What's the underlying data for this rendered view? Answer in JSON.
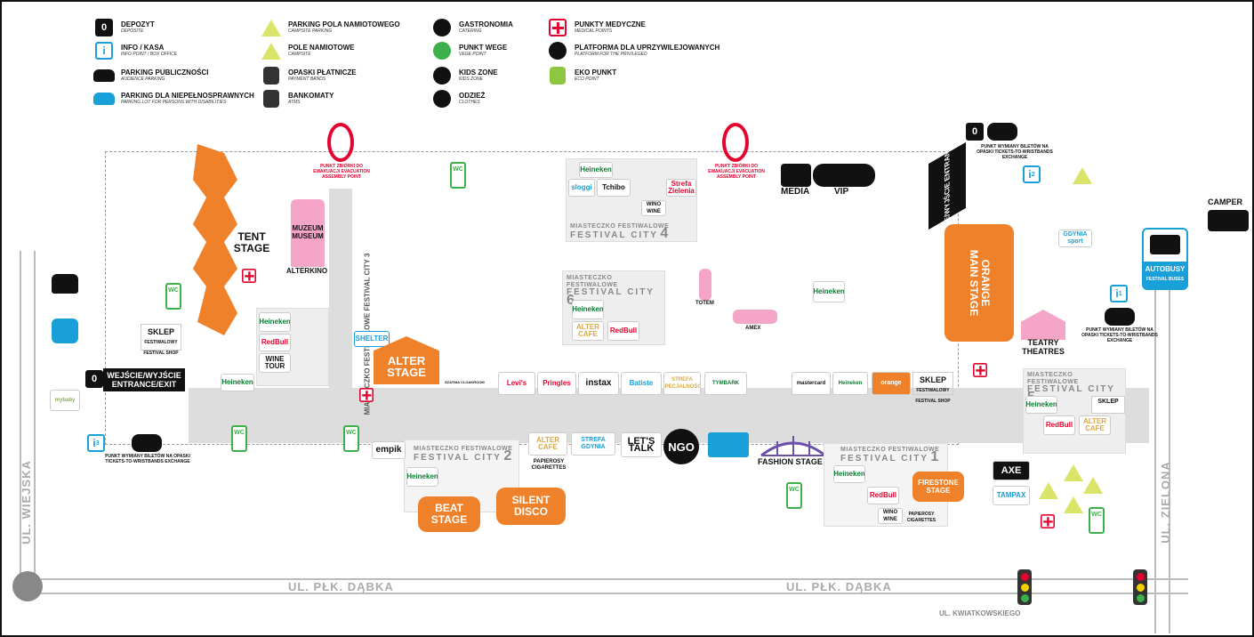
{
  "legend": [
    {
      "icon": "deposit-icon",
      "label": "DEPOZYT",
      "sub": "DEPOSITE"
    },
    {
      "icon": "info-icon",
      "label": "INFO / KASA",
      "sub": "INFO POINT / BOX OFFICE"
    },
    {
      "icon": "car-icon",
      "label": "PARKING PUBLICZNOŚCI",
      "sub": "AUDIENCE PARKING"
    },
    {
      "icon": "disabled-car-icon",
      "label": "PARKING DLA NIEPEŁNOSPRAWNYCH",
      "sub": "PARKING LOT FOR PERSONS WITH DISABILITIES"
    },
    {
      "icon": "campsite-parking-icon",
      "label": "PARKING POLA NAMIOTOWEGO",
      "sub": "CAMPSITE PARKING"
    },
    {
      "icon": "campsite-icon",
      "label": "POLE NAMIOTOWE",
      "sub": "CAMPSITE"
    },
    {
      "icon": "payment-band-icon",
      "label": "OPASKI PŁATNICZE",
      "sub": "PAYMENT BANDS"
    },
    {
      "icon": "atm-icon",
      "label": "BANKOMATY",
      "sub": "ATMS"
    },
    {
      "icon": "catering-icon",
      "label": "GASTRONOMIA",
      "sub": "CATERING"
    },
    {
      "icon": "vege-icon",
      "label": "PUNKT WEGE",
      "sub": "VEGE POINT"
    },
    {
      "icon": "kids-icon",
      "label": "KIDS ZONE",
      "sub": "KIDS ZONE"
    },
    {
      "icon": "clothes-icon",
      "label": "ODZIEŻ",
      "sub": "CLOTHES"
    },
    {
      "icon": "medical-icon",
      "label": "PUNKTY MEDYCZNE",
      "sub": "MEDICAL POINTS"
    },
    {
      "icon": "platform-icon",
      "label": "PLATFORMA DLA UPRZYWILEJOWANYCH",
      "sub": "PLATFORM FOR THE PRIVILEGED"
    },
    {
      "icon": "eco-icon",
      "label": "EKO PUNKT",
      "sub": "ECO POINT"
    }
  ],
  "legend_marks": {
    "deposit": "0",
    "info": "i"
  },
  "stages": {
    "tent": "TENT STAGE",
    "alter": "ALTER STAGE",
    "beat": "BEAT STAGE",
    "silent": "SILENT DISCO",
    "main": "ORANGE MAIN STAGE",
    "firestone": "FIRESTONE STAGE"
  },
  "places": {
    "museum": "MUZEUM MUSEUM",
    "alterkino": "ALTERKINO",
    "shelter": "SHELTER",
    "sklep": "SKLEP",
    "sklep_sub": "FESTIWALOWY FESTIVAL SHOP",
    "media": "MEDIA",
    "vip": "VIP",
    "totem": "TOTEM",
    "amex": "AMEX",
    "teatry": "TEATRY THEATRES",
    "fashion": "FASHION STAGE",
    "camper": "CAMPER",
    "autobusy": "AUTOBUSY",
    "autobusy_sub": "FESTIVAL BUSES",
    "cloakroom": "SZATNIA CLOAKROOM",
    "evac": "PUNKT ZBIÓRKI DO EWAKUACJI EVACUATION ASSEMBLY POINT",
    "exchange": "PUNKT WYMIANY BILETÓW NA OPASKI TICKETS-TO-WRISTBANDS EXCHANGE",
    "papierosy": "PAPIEROSY CIGARETTES",
    "wc": "WC",
    "info1": "1",
    "info2": "2",
    "info3": "3",
    "wc_count": "WC"
  },
  "gates": {
    "west": "WEJŚCIE/WYJŚCIE ENTRANCE/EXIT",
    "east": "WEJŚCIE/WYJŚCIE ENTRANCE/EXIT"
  },
  "festival_cities": [
    {
      "id": "1",
      "label": "MIASTECZKO FESTIWALOWE",
      "name": "FESTIVAL CITY"
    },
    {
      "id": "2",
      "label": "MIASTECZKO FESTIWALOWE",
      "name": "FESTIVAL CITY"
    },
    {
      "id": "3",
      "label": "MIASTECZKO FESTIWALOWE",
      "name": "FESTIVAL CITY"
    },
    {
      "id": "4",
      "label": "MIASTECZKO FESTIWALOWE",
      "name": "FESTIVAL CITY"
    },
    {
      "id": "5",
      "label": "MIASTECZKO FESTIWALOWE",
      "name": "FESTIVAL CITY"
    },
    {
      "id": "6",
      "label": "MIASTECZKO FESTIWALOWE",
      "name": "FESTIVAL CITY"
    }
  ],
  "sponsors": {
    "heineken": "Heineken",
    "redbull": "RedBull",
    "levis": "Levi's",
    "pringles": "Pringles",
    "instax": "instax",
    "batiste": "Batiste",
    "strefa_spec": "STREFA SPECJALNOŚCI",
    "tymbark": "TYMBARK",
    "mastercard": "mastercard",
    "orange": "orange",
    "empik": "empik",
    "alter_cafe": "ALTER CAFE",
    "strefa_gdynia": "STREFA GDYNIA",
    "lets_talk": "LET'S TALK",
    "ngo": "NGO",
    "axe": "AXE",
    "tampax": "TAMPAX",
    "wine_tour": "WINE TOUR",
    "wino": "WINO WINE",
    "tchibo": "Tchibo",
    "sloggi": "sloggi",
    "strefa_zielenia": "Strefa Zielenia",
    "gdynia_sport": "GDYNIA sport",
    "mybaby": "mybaby"
  },
  "streets": {
    "wiejska": "UL. WIEJSKA",
    "dabka1": "UL. PŁK. DĄBKA",
    "dabka2": "UL. PŁK. DĄBKA",
    "zielona": "UL. ZIELONA",
    "kwiatkowskiego": "UL. KWIATKOWSKIEGO"
  },
  "colors": {
    "orange": "#f0812b",
    "red": "#e4032e",
    "blue": "#19a0d8",
    "green": "#3cb04a",
    "pink": "#f5a6c8",
    "purple": "#6b4fa8"
  }
}
